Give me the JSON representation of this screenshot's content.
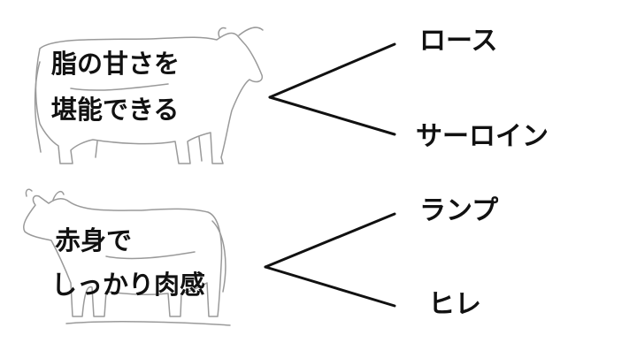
{
  "groups": [
    {
      "description_lines": [
        "脂の甘さを",
        "堪能できる"
      ],
      "cuts": [
        "ロース",
        "サーロイン"
      ]
    },
    {
      "description_lines": [
        "赤身で",
        "しっかり肉感"
      ],
      "cuts": [
        "ランプ",
        "ヒレ"
      ]
    }
  ],
  "colors": {
    "text": "#111111",
    "lines": "#111111",
    "sketch": "#9a9a9a"
  }
}
